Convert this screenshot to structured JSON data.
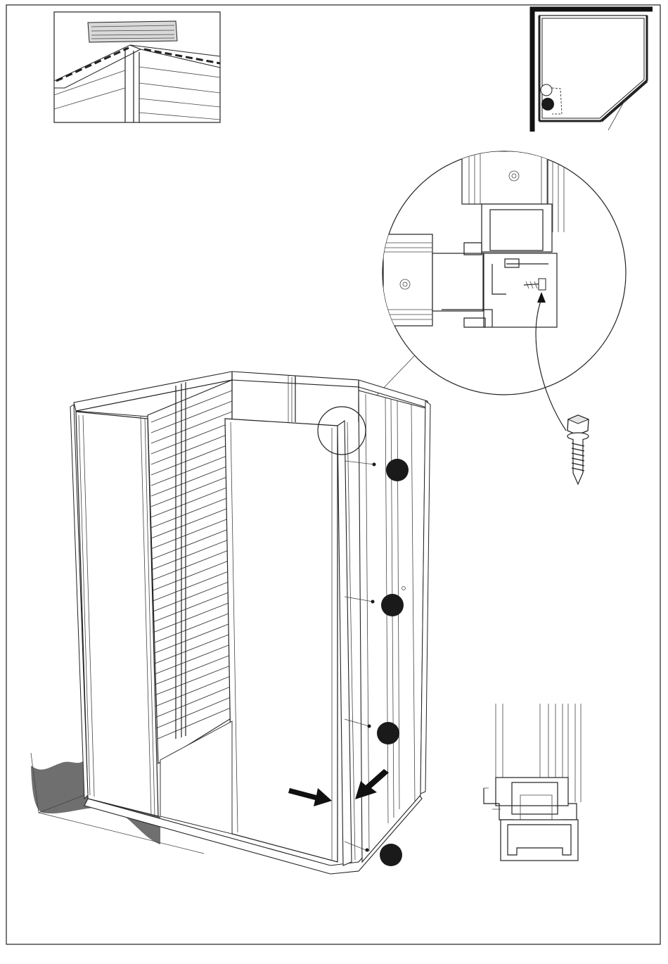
{
  "diagram": {
    "step_markers": [
      {
        "id": "marker-1",
        "shape": "filled-circle"
      },
      {
        "id": "marker-2",
        "shape": "filled-circle"
      },
      {
        "id": "marker-3",
        "shape": "filled-circle"
      },
      {
        "id": "marker-4",
        "shape": "filled-circle"
      }
    ],
    "icons": {
      "screw": "self-drilling-hex-screw-icon",
      "arrow": "push-arrow-icon"
    },
    "colors": {
      "line": "#222222",
      "marker": "#1a1a1a",
      "floor_shadow": "#6f6f6f",
      "background": "#ffffff"
    }
  }
}
